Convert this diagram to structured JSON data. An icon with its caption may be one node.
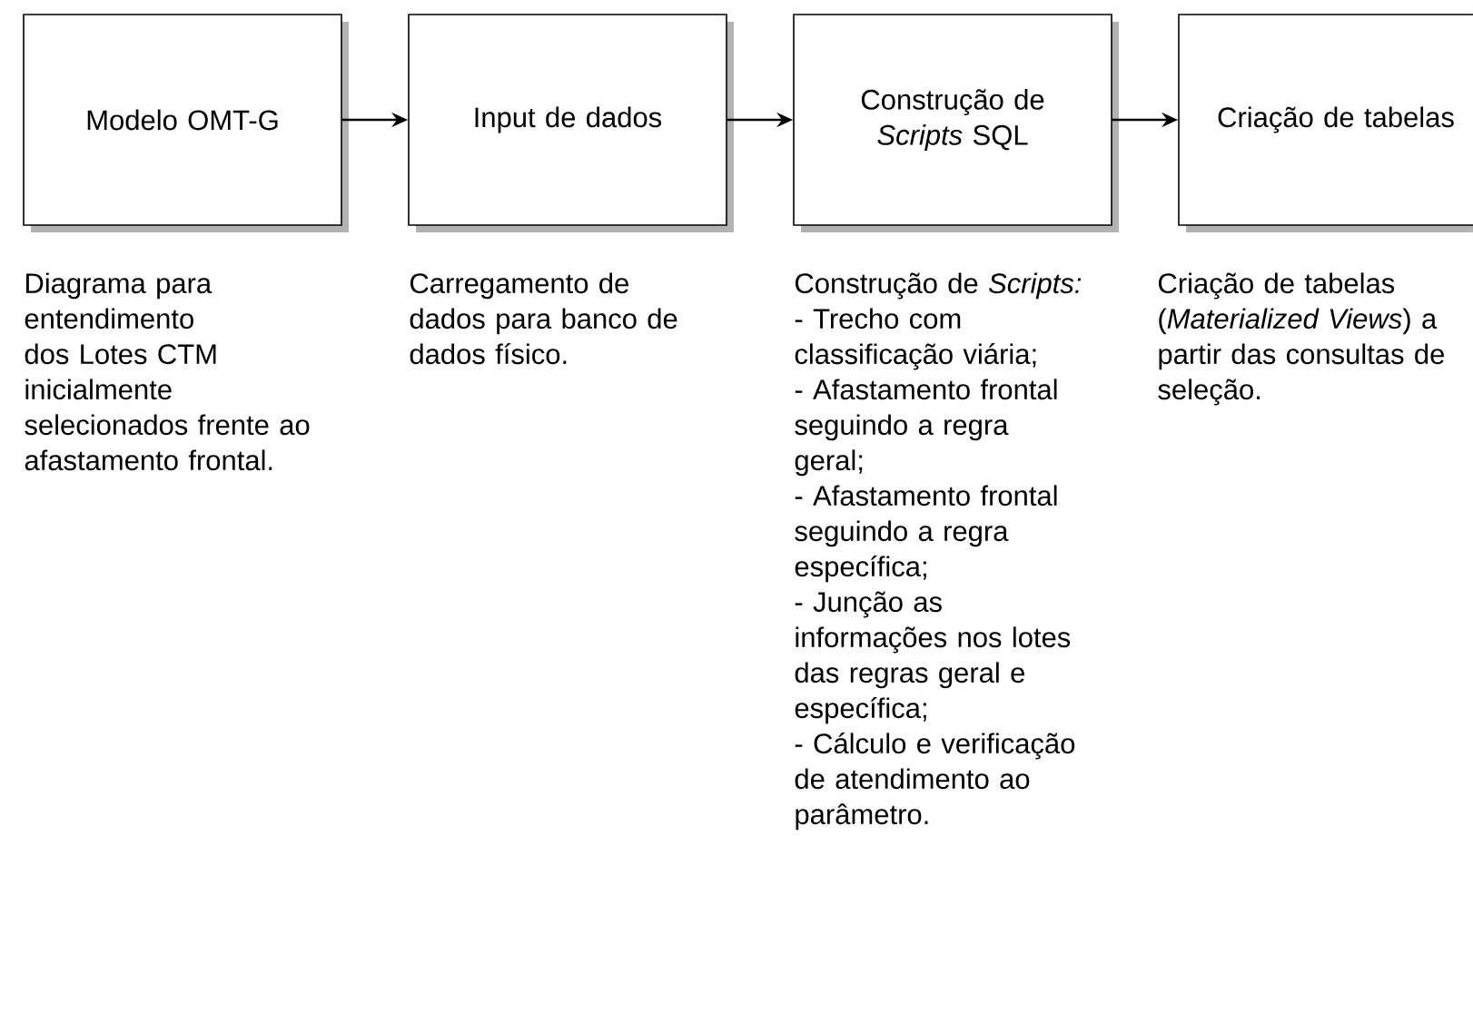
{
  "diagram": {
    "nodes": [
      {
        "text": [
          "Modelo OMT-G"
        ],
        "beside": [
          "Diagrama para entendimento dos Lotes CTM inicialmente selecionados frente ao afastamento frontal."
        ]
      },
      {
        "text": [
          "Input de dados"
        ],
        "beside": [
          "Carregamento de dados para banco de dados físico."
        ]
      },
      {
        "text": [
          "Construção de *Scripts* SQL"
        ],
        "beside": [
          "Construção de *Scripts:*",
          "- Trecho com classificação viária;",
          "- Afastamento frontal seguindo a regra geral;",
          "- Afastamento frontal seguindo a regra específica;",
          "- Junção as informações nos lotes das regras geral e específica;",
          "- Cálculo e verificação de atendimento ao parâmetro."
        ]
      },
      {
        "text": [
          "Criação de tabelas"
        ],
        "beside": [
          "Criação de tabelas (*Materialized Views*) a partir das consultas de seleção."
        ]
      }
    ],
    "edges": [
      {
        "from": 0,
        "to": 1,
        "arrow": "to"
      },
      {
        "from": 1,
        "to": 2,
        "arrow": "to"
      },
      {
        "from": 2,
        "to": 3,
        "arrow": "to"
      }
    ]
  }
}
